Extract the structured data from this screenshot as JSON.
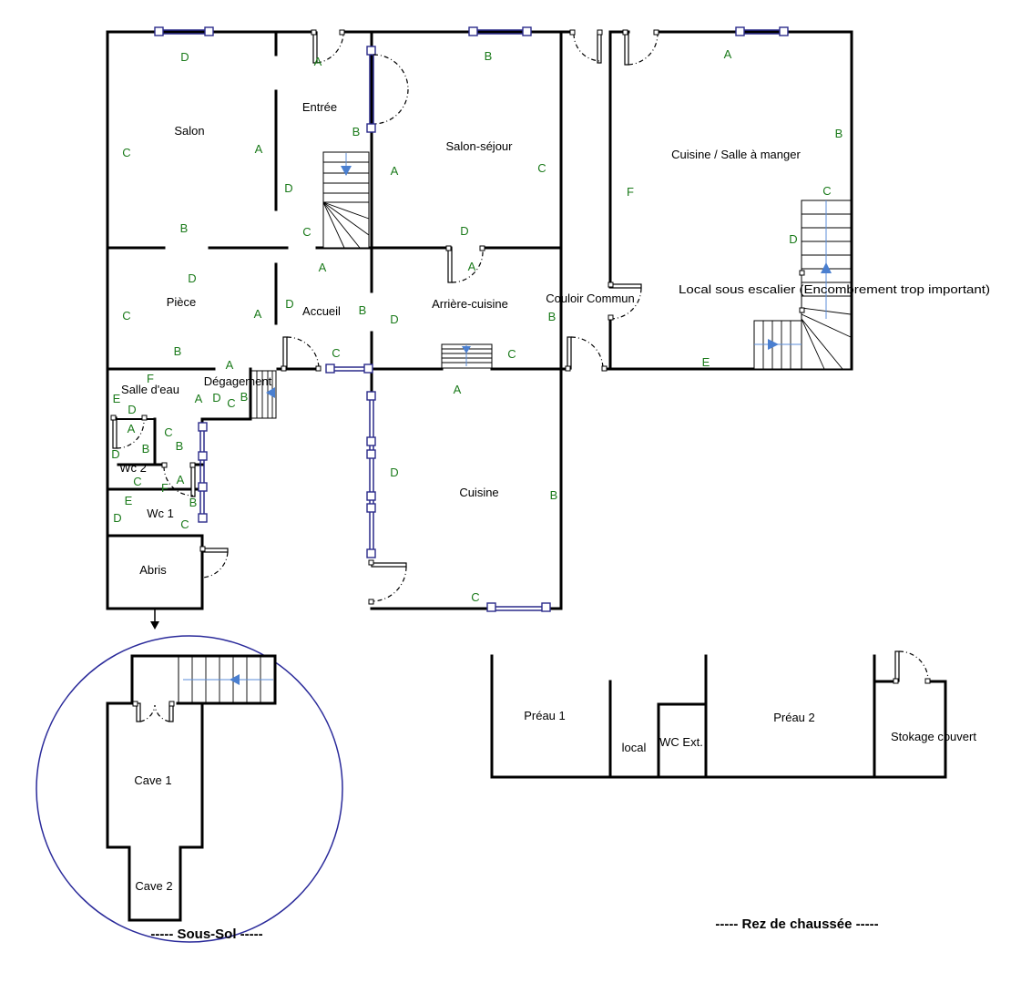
{
  "rooms": {
    "salon": "Salon",
    "entree": "Entrée",
    "salon_sejour": "Salon-séjour",
    "cuisine_salle_a_manger": "Cuisine / Salle à manger",
    "piece": "Pièce",
    "accueil": "Accueil",
    "arriere_cuisine": "Arrière-cuisine",
    "couloir_commun": "Couloir Commun",
    "local_sous_escalier": "Local sous escalier (Encombrement trop important)",
    "salle_d_eau": "Salle d'eau",
    "degagement": "Dégagement",
    "wc2": "Wc 2",
    "wc1": "Wc 1",
    "cuisine": "Cuisine",
    "abris": "Abris",
    "preau1": "Préau 1",
    "local": "local",
    "wc_ext": "WC Ext.",
    "preau2": "Préau 2",
    "stokage_couvert": "Stokage couvert",
    "cave1": "Cave 1",
    "cave2": "Cave 2"
  },
  "captions": {
    "sous_sol": "----- Sous-Sol -----",
    "rez_de_chaussee": "----- Rez de chaussée -----"
  },
  "wall_letters": {
    "salon_d": "D",
    "salon_c": "C",
    "salon_a": "A",
    "salon_b": "B",
    "entree_a": "A",
    "entree_b": "B",
    "entree_d": "D",
    "entree_c": "C",
    "sejour_b": "B",
    "sejour_a": "A",
    "sejour_c": "C",
    "sejour_d": "D",
    "csam_a": "A",
    "csam_b": "B",
    "csam_f": "F",
    "csam_c": "C",
    "csam_d": "D",
    "csam_e": "E",
    "piece_d": "D",
    "piece_c": "C",
    "piece_a": "A",
    "piece_b": "B",
    "accueil_a": "A",
    "accueil_d": "D",
    "accueil_b": "B",
    "accueil_c": "C",
    "arriere_a": "A",
    "arriere_d": "D",
    "arriere_c": "C",
    "couloir_b": "B",
    "degag_a1": "A",
    "degag_a2": "A",
    "degag_d": "D",
    "degag_c1": "C",
    "degag_b1": "B",
    "degag_c2": "C",
    "degag_b2": "B",
    "se_f": "F",
    "se_e": "E",
    "se_d": "D",
    "se_a": "A",
    "se_b": "B",
    "wc2_d": "D",
    "wc2_c": "C",
    "wc1_a": "A",
    "wc1_f": "F",
    "wc1_e": "E",
    "wc1_b": "B",
    "wc1_d": "D",
    "wc1_c": "C",
    "cuisine_a": "A",
    "cuisine_d": "D",
    "cuisine_b": "B",
    "cuisine_c": "C"
  }
}
